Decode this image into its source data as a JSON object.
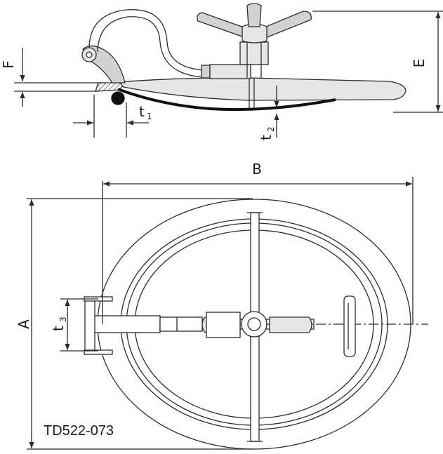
{
  "drawing_code": "TD522-073",
  "labels": {
    "F": "F",
    "E": "E",
    "B": "B",
    "A": "A",
    "t1_main": "t",
    "t1_sub": "1",
    "t2_main": "t",
    "t2_sub": "2",
    "t3_main": "t",
    "t3_sub": "3"
  },
  "colors": {
    "line": "#2b2b2b",
    "fill_grey": "#d2d2d2",
    "fill_light": "#e6e6e6",
    "seal": "#111111"
  }
}
